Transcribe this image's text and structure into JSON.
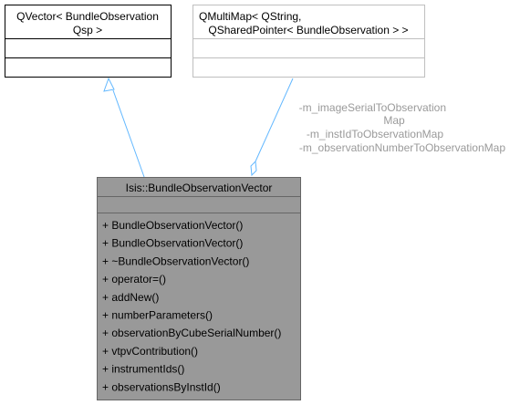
{
  "vector_base": {
    "title_lines": [
      "QVector< BundleObservation",
      "Qsp >"
    ]
  },
  "multimap_type": {
    "title_lines": [
      "QMultiMap< QString,",
      "QSharedPointer< BundleObservation > >"
    ]
  },
  "main_class": {
    "title": "Isis::BundleObservationVector",
    "methods": [
      "+ BundleObservationVector()",
      "+ BundleObservationVector()",
      "+ ~BundleObservationVector()",
      "+ operator=()",
      "+ addNew()",
      "+ numberParameters()",
      "+ observationByCubeSerialNumber()",
      "+ vtpvContribution()",
      "+ instrumentIds()",
      "+ observationsByInstId()"
    ]
  },
  "association_labels": [
    "-m_imageSerialToObservation",
    "Map",
    "-m_instIdToObservationMap",
    "-m_observationNumberToObservationMap"
  ],
  "colors": {
    "edge": "#63b8ff",
    "main_title_fill": "#999999",
    "main_body_fill": "#999999",
    "base_border": "#000000",
    "multimap_border": "#bfbfbf",
    "label": "#9a9a9a"
  }
}
